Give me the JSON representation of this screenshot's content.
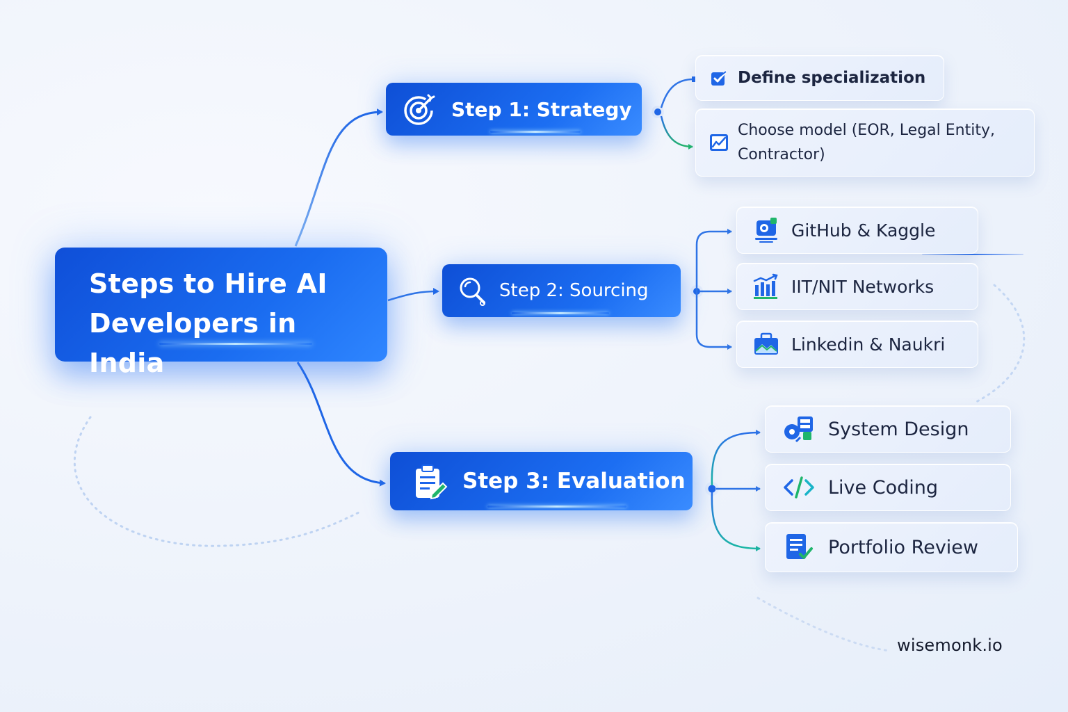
{
  "root": {
    "title": "Steps to Hire AI Developers in India"
  },
  "steps": [
    {
      "label": "Step 1: Strategy",
      "icon": "target-icon"
    },
    {
      "label": "Step 2: Sourcing",
      "icon": "search-icon"
    },
    {
      "label": "Step 3: Evaluation",
      "icon": "clipboard-edit-icon"
    }
  ],
  "strategy_items": [
    {
      "label": "Define specialization",
      "icon": "checkbox-icon"
    },
    {
      "label": "Choose model (EOR, Legal Entity, Contractor)",
      "icon": "line-chart-icon"
    }
  ],
  "sourcing_items": [
    {
      "label": "GitHub & Kaggle",
      "icon": "monitor-badge-icon"
    },
    {
      "label": "IIT/NIT Networks",
      "icon": "bar-chart-icon"
    },
    {
      "label": "Linkedin & Naukri",
      "icon": "briefcase-icon"
    }
  ],
  "evaluation_items": [
    {
      "label": "System Design",
      "icon": "system-design-icon"
    },
    {
      "label": "Live Coding",
      "icon": "code-icon"
    },
    {
      "label": "Portfolio Review",
      "icon": "document-check-icon"
    }
  ],
  "brand": "wisemonk.io",
  "colors": {
    "primary": "#1a66ef",
    "connector": "#2f74e6",
    "accent_green": "#1fb56b",
    "accent_teal": "#18b4c8",
    "text_dark": "#1c2540"
  }
}
